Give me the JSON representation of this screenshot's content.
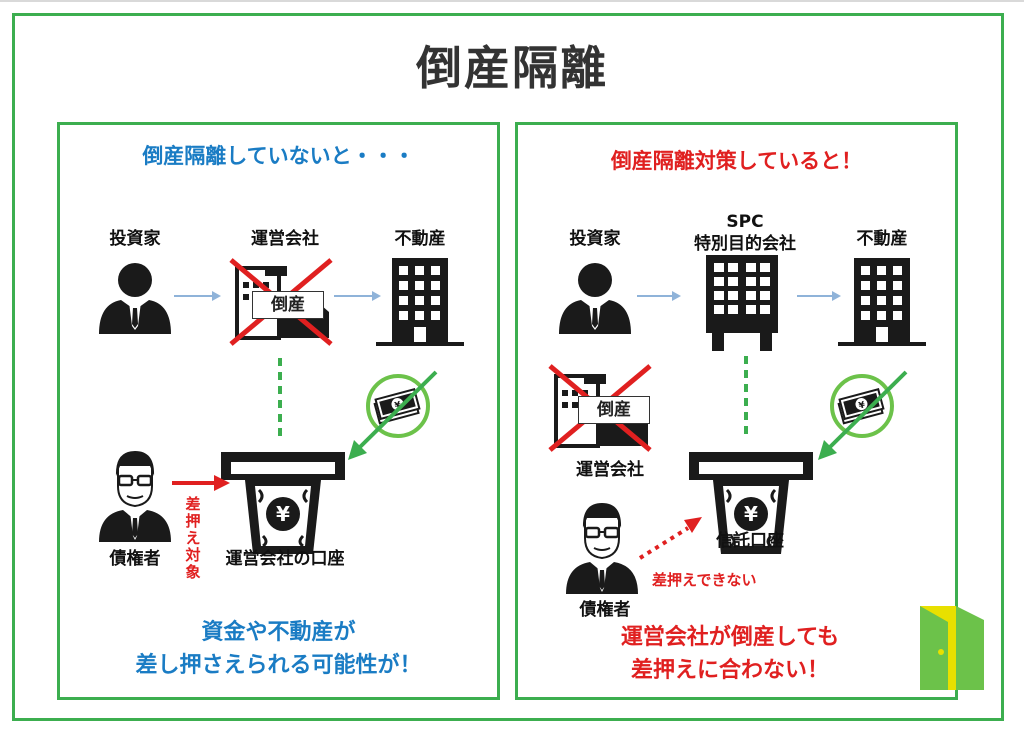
{
  "title": "倒産隔離",
  "left_panel": {
    "heading": "倒産隔離していないと・・・",
    "investor_label": "投資家",
    "company_label": "運営会社",
    "property_label": "不動産",
    "bankrupt_tag": "倒産",
    "creditor_label": "債権者",
    "seizure_label": "差押え対象",
    "account_label": "運営会社の口座",
    "conclusion_line1": "資金や不動産が",
    "conclusion_line2": "差し押さえられる可能性が！"
  },
  "right_panel": {
    "heading": "倒産隔離対策していると！",
    "investor_label": "投資家",
    "spc_label_line1": "SPC",
    "spc_label_line2": "特別目的会社",
    "property_label": "不動産",
    "bankrupt_tag": "倒産",
    "company_label": "運営会社",
    "trust_label": "信託口座",
    "creditor_label": "債権者",
    "no_seizure_label": "差押えできない",
    "conclusion_line1": "運営会社が倒産しても",
    "conclusion_line2": "差押えに合わない！"
  },
  "colors": {
    "frame_green": "#3cae4f",
    "heading_blue": "#1a7cc4",
    "alert_red": "#e02020",
    "arrow_blue": "#8fb3d9",
    "icon_dark": "#1a1a1a",
    "logo_green": "#6cc24a",
    "logo_yellow": "#e8e000"
  }
}
